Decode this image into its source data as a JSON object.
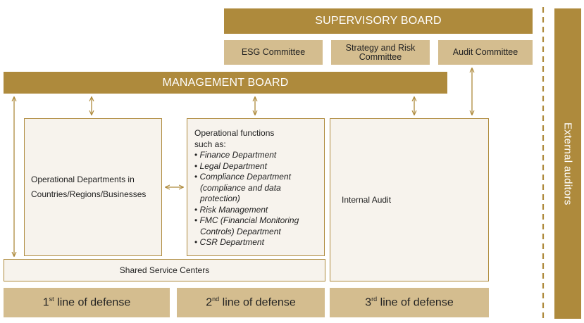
{
  "supervisory_board": {
    "title": "SUPERVISORY BOARD"
  },
  "committees": [
    {
      "label": "ESG Committee"
    },
    {
      "label": "Strategy and Risk Committee"
    },
    {
      "label": "Audit Committee"
    }
  ],
  "management_board": {
    "title": "MANAGEMENT BOARD"
  },
  "operational_departments": {
    "label": "Operational Departments in Countries/Regions/Businesses"
  },
  "operational_functions": {
    "intro": "Operational functions such as:",
    "items": [
      "Finance Department",
      "Legal Department",
      "Compliance Department (compliance and data protection)",
      "Risk Management",
      "FMC (Financial Monitoring Controls) Department",
      "CSR Department"
    ]
  },
  "internal_audit": {
    "label": "Internal Audit"
  },
  "shared_service_centers": {
    "label": "Shared Service Centers"
  },
  "defense_lines": [
    {
      "num": "1",
      "suffix": "st",
      "text": " line of defense"
    },
    {
      "num": "2",
      "suffix": "nd",
      "text": " line of defense"
    },
    {
      "num": "3",
      "suffix": "rd",
      "text": " line of defense"
    }
  ],
  "external_auditors": {
    "label": "External auditors"
  },
  "colors": {
    "dark_gold": "#ae8a3c",
    "tan": "#d4bd8f",
    "box_fill": "#f7f3ed"
  }
}
